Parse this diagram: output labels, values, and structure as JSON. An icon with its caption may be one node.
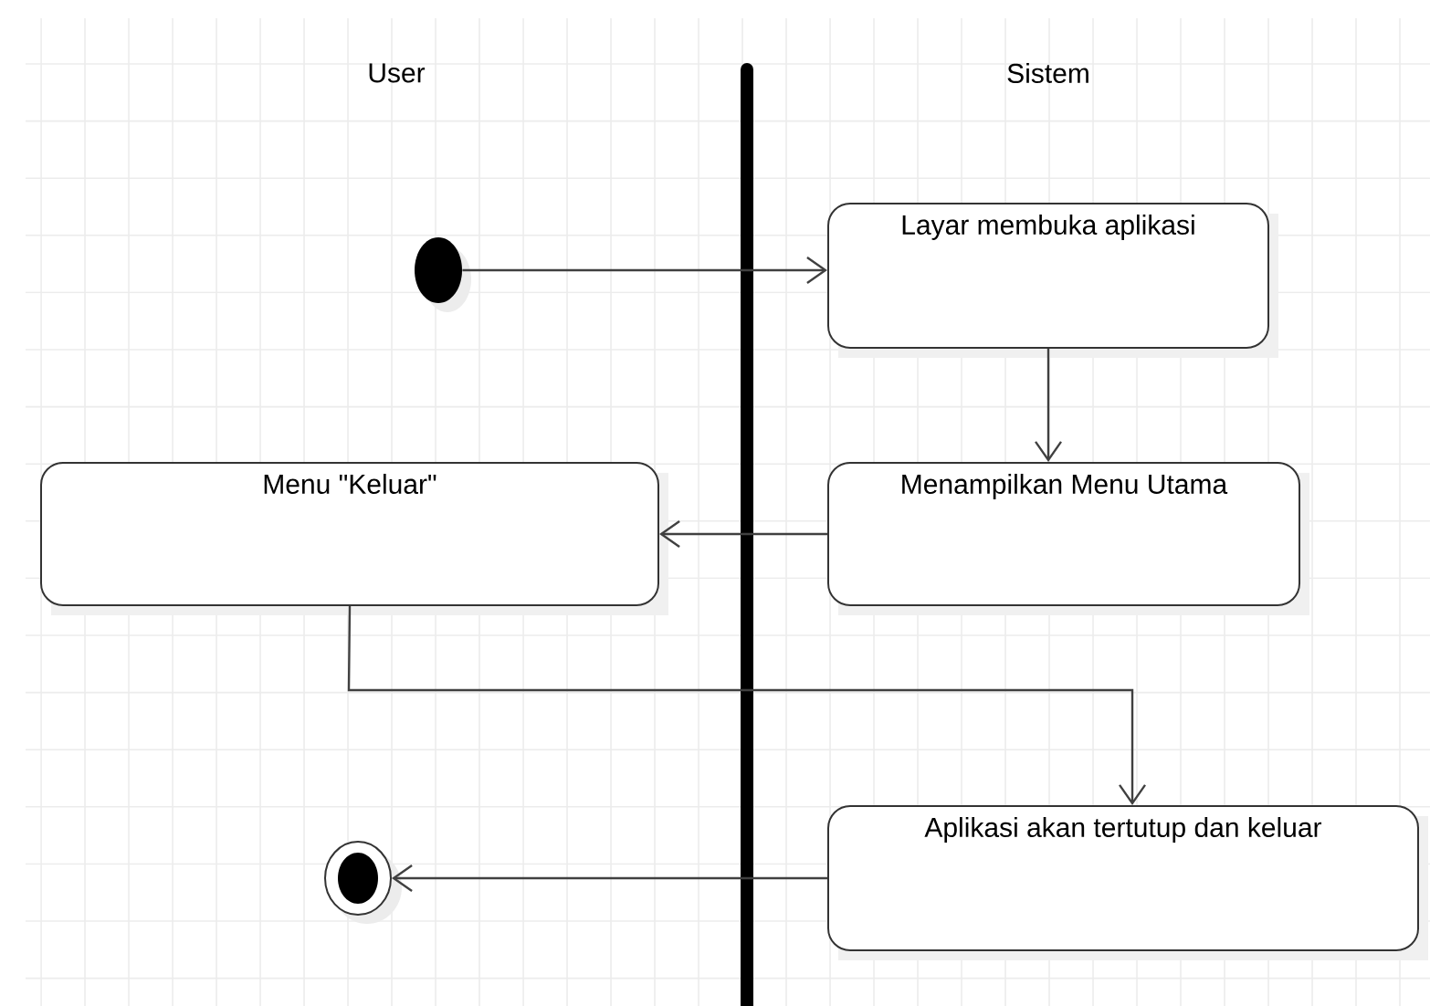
{
  "diagram": {
    "nodes": [
      {
        "text": [],
        "shape": "circle"
      },
      {
        "text": [
          "Layar membuka aplikasi"
        ]
      },
      {
        "text": [
          "Menampilkan Menu Utama"
        ]
      },
      {
        "text": [
          "Menu \"Keluar\""
        ]
      },
      {
        "text": [
          "Aplikasi akan tertutup dan keluar"
        ]
      },
      {
        "text": [],
        "shape": "circle"
      }
    ],
    "edges": [
      {
        "from": 0,
        "to": 1,
        "arrow": "to"
      },
      {
        "from": 1,
        "to": 2,
        "arrow": "to"
      },
      {
        "from": 2,
        "to": 3,
        "arrow": "to"
      },
      {
        "from": 3,
        "to": 4,
        "arrow": "to"
      },
      {
        "from": 4,
        "to": 5,
        "arrow": "to"
      }
    ],
    "labels": [
      "User",
      "Sistem"
    ]
  }
}
